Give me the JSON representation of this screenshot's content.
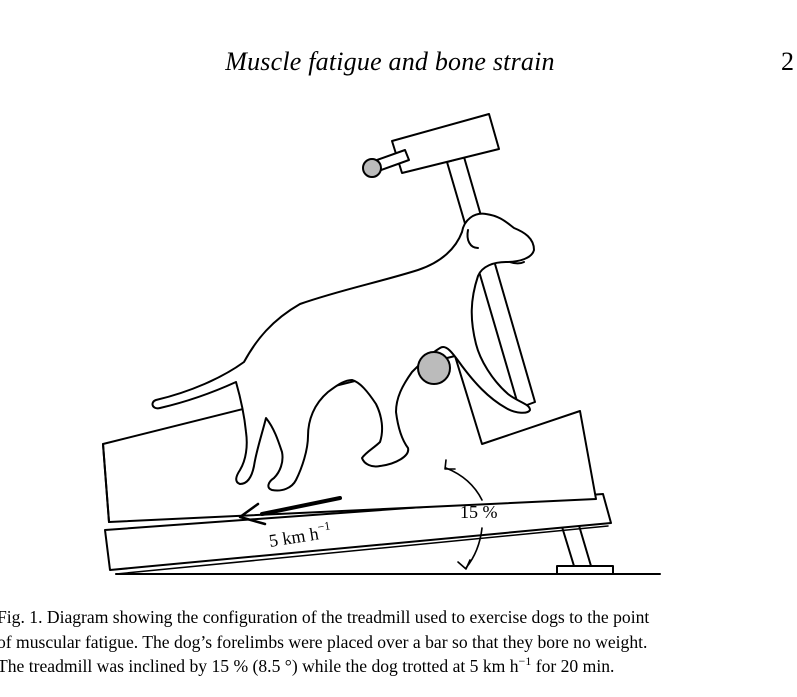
{
  "running_head": {
    "title": "Muscle fatigue and bone strain",
    "page_number": "2"
  },
  "figure": {
    "speed_label": "5 km h",
    "speed_exponent": "−1",
    "incline_label": "15 %",
    "icons": [
      "treadmill-diagram",
      "dog-figure",
      "strain-gauge-knob",
      "forelimb-bar-knob",
      "direction-arrow",
      "incline-arrows"
    ]
  },
  "caption": {
    "line1": "Fig. 1. Diagram showing the configuration of the treadmill used to exercise dogs to the point",
    "line2": "of muscular fatigue. The dog’s forelimbs were placed over a bar so that they bore no weight.",
    "line3_before": "The treadmill was inclined by 15 % (8.5 °) while the dog trotted at 5 km h",
    "line3_exponent": "−1",
    "line3_after": " for 20 min."
  }
}
